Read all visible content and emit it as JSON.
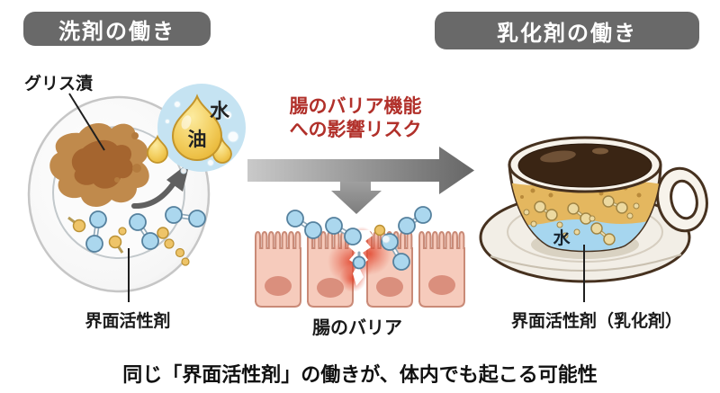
{
  "headers": {
    "left": "洗剤の働き",
    "right": "乳化剤の働き"
  },
  "plate": {
    "grease_label": "グリス漬",
    "oil": "油",
    "water": "水",
    "surfactant": "界面活性剤"
  },
  "gut": {
    "risk_line1": "腸のバリア機能",
    "risk_line2": "への影響リスク",
    "barrier": "腸のバリア"
  },
  "cup": {
    "water": "水",
    "emulsifier": "界面活性剤（乳化剤）"
  },
  "caption": "同じ「界面活性剤」の働きが、体内でも起こる可能性",
  "colors": {
    "header_bg": "#696969",
    "risk_text_red": "#b1302a",
    "arrow_gray_light": "#c9c9c9",
    "arrow_gray_dark": "#666666",
    "oil_gold": "#eebb3e",
    "water_blue": "#c5e3f2",
    "molecule_blue": "#abd7ee",
    "molecule_yellow": "#eec468",
    "grease_brown": "#c08a4c",
    "cell_pink": "#f6cbbc",
    "inflammation_red": "#e2462e",
    "coffee_brown": "#3a2514",
    "cup_cream": "#f7f3eb",
    "cup_oil_layer": "#e4b75f",
    "cup_water_layer": "#a6d6ef"
  }
}
